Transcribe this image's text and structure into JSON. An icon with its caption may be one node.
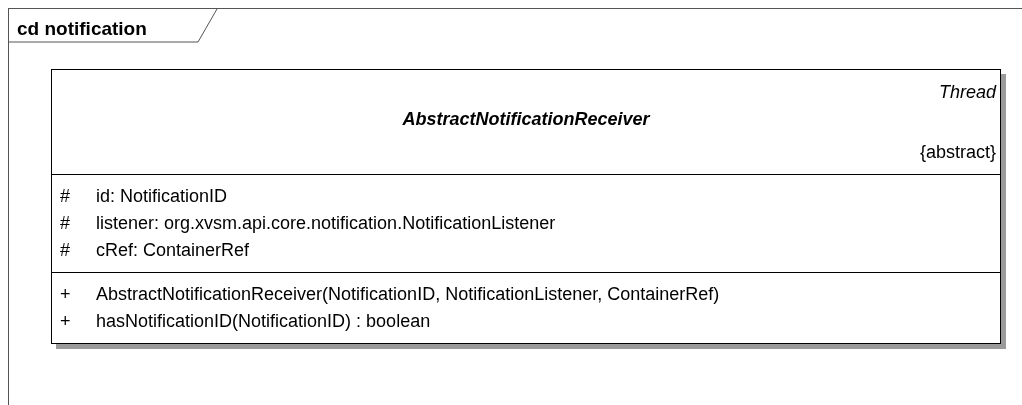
{
  "diagram": {
    "nodes": [
      {
        "text": [
          "cd notification"
        ]
      },
      {
        "text": [
          "Thread",
          "AbstractNotificationReceiver",
          "{abstract}"
        ],
        "in": 0
      },
      {
        "text": [
          "#",
          "id: NotificationID",
          "#",
          "listener: org.xvsm.api.core.notification.NotificationListener",
          "#",
          "cRef: ContainerRef"
        ],
        "in": 1
      },
      {
        "text": [
          "+",
          "AbstractNotificationReceiver(NotificationID, NotificationListener, ContainerRef)",
          "+",
          "hasNotificationID(NotificationID) : boolean"
        ],
        "in": 1
      }
    ]
  }
}
